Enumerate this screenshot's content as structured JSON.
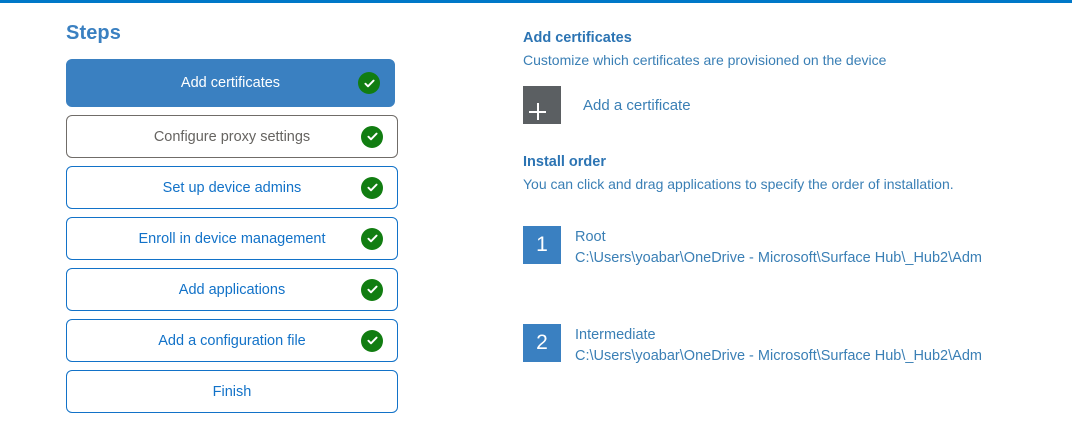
{
  "theme": {
    "accent_bar": "#0078c8",
    "primary_blue": "#3a80c1",
    "link_blue": "#1272c8",
    "text_blue": "#3a7fb5",
    "heading_blue": "#2c74b3",
    "success_green": "#117d11",
    "plus_box_gray": "#5b5f62",
    "muted_gray": "#666461"
  },
  "steps": {
    "title": "Steps",
    "items": [
      {
        "label": "Add certificates",
        "state": "selected",
        "completed": true
      },
      {
        "label": "Configure proxy settings",
        "state": "muted",
        "completed": true
      },
      {
        "label": "Set up device admins",
        "state": "default",
        "completed": true
      },
      {
        "label": "Enroll in device management",
        "state": "default",
        "completed": true
      },
      {
        "label": "Add applications",
        "state": "default",
        "completed": true
      },
      {
        "label": "Add a configuration file",
        "state": "default",
        "completed": true
      },
      {
        "label": "Finish",
        "state": "default",
        "completed": false
      }
    ]
  },
  "detail": {
    "heading": "Add certificates",
    "subheading": "Customize which certificates are provisioned on the device",
    "add_certificate_label": "Add a certificate",
    "plus_icon": "plus-icon",
    "install_order": {
      "heading": "Install order",
      "subheading": "You can click and drag applications to specify the order of installation.",
      "items": [
        {
          "number": "1",
          "name": "Root",
          "path": "C:\\Users\\yoabar\\OneDrive - Microsoft\\Surface Hub\\_Hub2\\Adm"
        },
        {
          "number": "2",
          "name": "Intermediate",
          "path": "C:\\Users\\yoabar\\OneDrive - Microsoft\\Surface Hub\\_Hub2\\Adm"
        }
      ]
    }
  }
}
